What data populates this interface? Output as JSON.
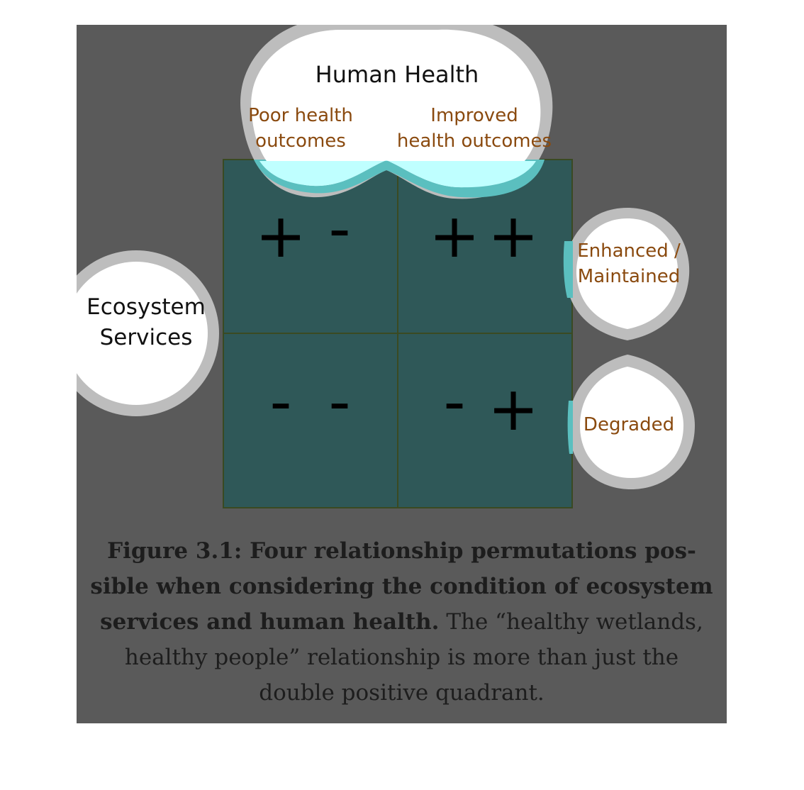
{
  "colors": {
    "panel": "#5a5a5a",
    "quadrant_fill": "#2f5858",
    "quadrant_line": "#3a4a22",
    "bubble_fill": "#ffffff",
    "bubble_ring": "#bdbdbd",
    "cyan_overlap": "#bfffff",
    "teal_ring": "#5bbfbf",
    "label_brown": "#8a4a0f",
    "text_dark": "#111111"
  },
  "human_health": {
    "title": "Human Health",
    "poor_line1": "Poor health",
    "poor_line2": "outcomes",
    "improved_line1": "Improved",
    "improved_line2": "health outcomes"
  },
  "ecosystem_services": {
    "line1": "Ecosystem",
    "line2": "Services"
  },
  "ecosystem_states": {
    "enhanced_line1": "Enhanced /",
    "enhanced_line2": "Maintained",
    "degraded": "Degraded"
  },
  "quadrants": {
    "top_left": {
      "first": "+",
      "second": "-"
    },
    "top_right": {
      "first": "+",
      "second": "+"
    },
    "bottom_left": {
      "first": "-",
      "second": "-"
    },
    "bottom_right": {
      "first": "-",
      "second": "+"
    }
  },
  "caption": {
    "lead": "Figure 3.1: Four relationship permutations pos-sible when considering the condition of ecosystem services and human health.",
    "body": "The “healthy wetlands, healthy people” relationship is more than just the double positive quadrant.",
    "line1": "Figure 3.1: Four relationship permutations pos-",
    "line2": "sible when considering the condition of ecosystem",
    "line3_bold": "services and human health.",
    "line3_rest": " The “healthy wetlands,",
    "line4": "healthy people” relationship is more than just the",
    "line5": "double positive quadrant."
  }
}
